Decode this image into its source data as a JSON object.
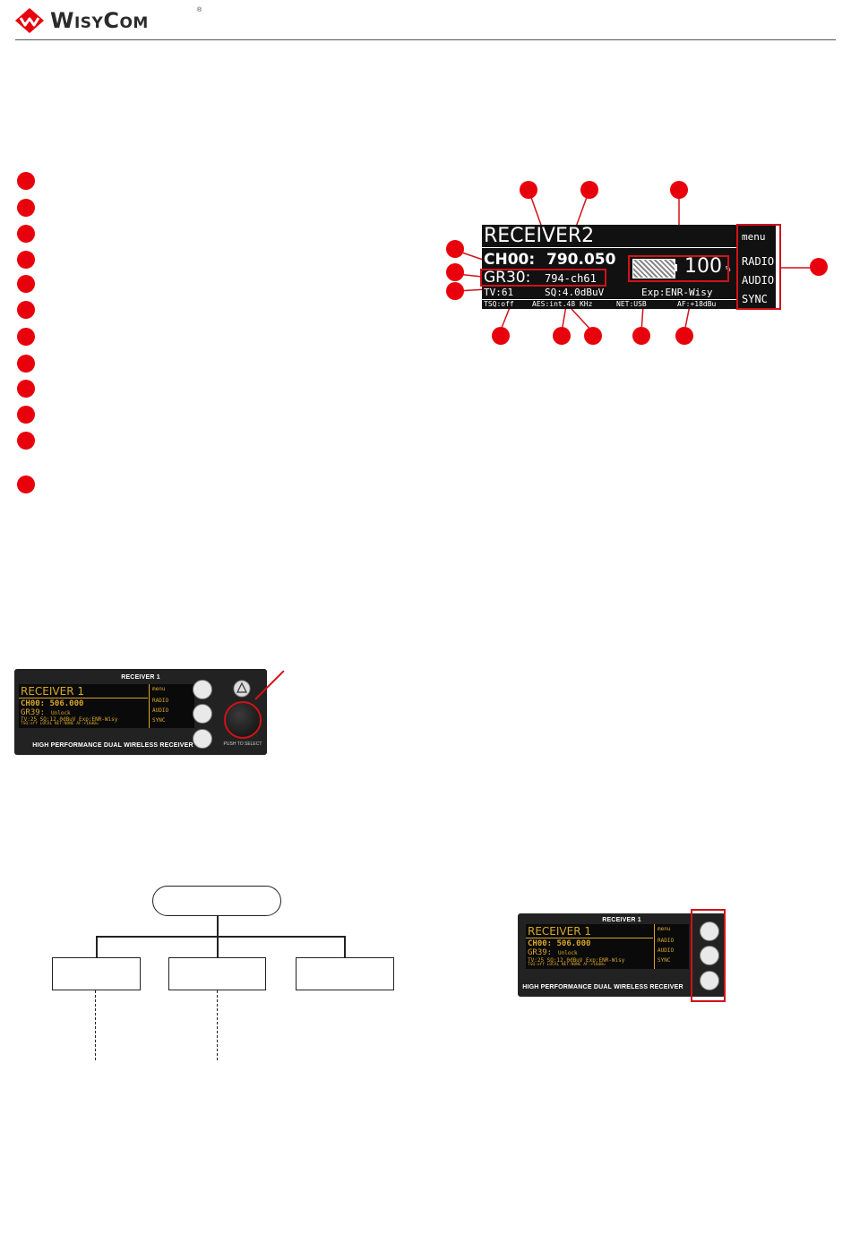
{
  "header": {
    "brand": "WisyCom",
    "registered": "®"
  },
  "markers": {
    "left_column_count": 12,
    "callouts_top_count": 3,
    "callouts_left_count": 3,
    "callouts_bottom_count": 5,
    "callouts_right_count": 1
  },
  "display": {
    "title": "RECEIVER2",
    "channel_label": "CH00:",
    "channel_value": "790.050",
    "group_label": "GR30:",
    "group_value": "794-ch61",
    "tv": "TV:61",
    "sq": "SQ:4.0dBuV",
    "exp": "Exp:ENR-Wisy",
    "tsq": "TSQ:off",
    "aes": "AES:int.48 KHz",
    "net": "NET:USB",
    "af": "AF:+18dBu",
    "battery_percent": "100",
    "battery_unit": "%",
    "menu": [
      "menu",
      "RADIO",
      "AUDIO",
      "SYNC"
    ],
    "colors": {
      "accent": "#e8000c",
      "lcd_bg": "#111111",
      "lcd_text": "#ffffff"
    }
  },
  "device_panel_1": {
    "top_label": "RECEIVER 1",
    "bottom_label": "HIGH PERFORMANCE DUAL WIRELESS RECEIVER",
    "knob_label": "PUSH TO SELECT",
    "lcd": {
      "title": "RECEIVER 1",
      "channel": "CH00:  506.000",
      "group_label": "GR39:",
      "group_value": "Unlock",
      "status": "TV:25   SQ:12.0dBuV   Exp:ENR-Wisy",
      "sub": "TSQ:off   LOCAL   NET:NONE   AF:+18dBu",
      "menu": [
        "menu",
        "RADIO",
        "AUDIO",
        "SYNC"
      ]
    }
  },
  "device_panel_2": {
    "top_label": "RECEIVER 1",
    "bottom_label": "HIGH PERFORMANCE DUAL WIRELESS RECEIVER",
    "lcd": {
      "title": "RECEIVER 1",
      "channel": "CH00:  506.000",
      "group_label": "GR39:",
      "group_value": "Unlock",
      "status": "TV:25   SQ:12.0dBuV   Exp:ENR-Wisy",
      "sub": "TSQ:off   LOCAL   NET:NONE   AF:+18dBu",
      "menu": [
        "menu",
        "RADIO",
        "AUDIO",
        "SYNC"
      ]
    }
  }
}
